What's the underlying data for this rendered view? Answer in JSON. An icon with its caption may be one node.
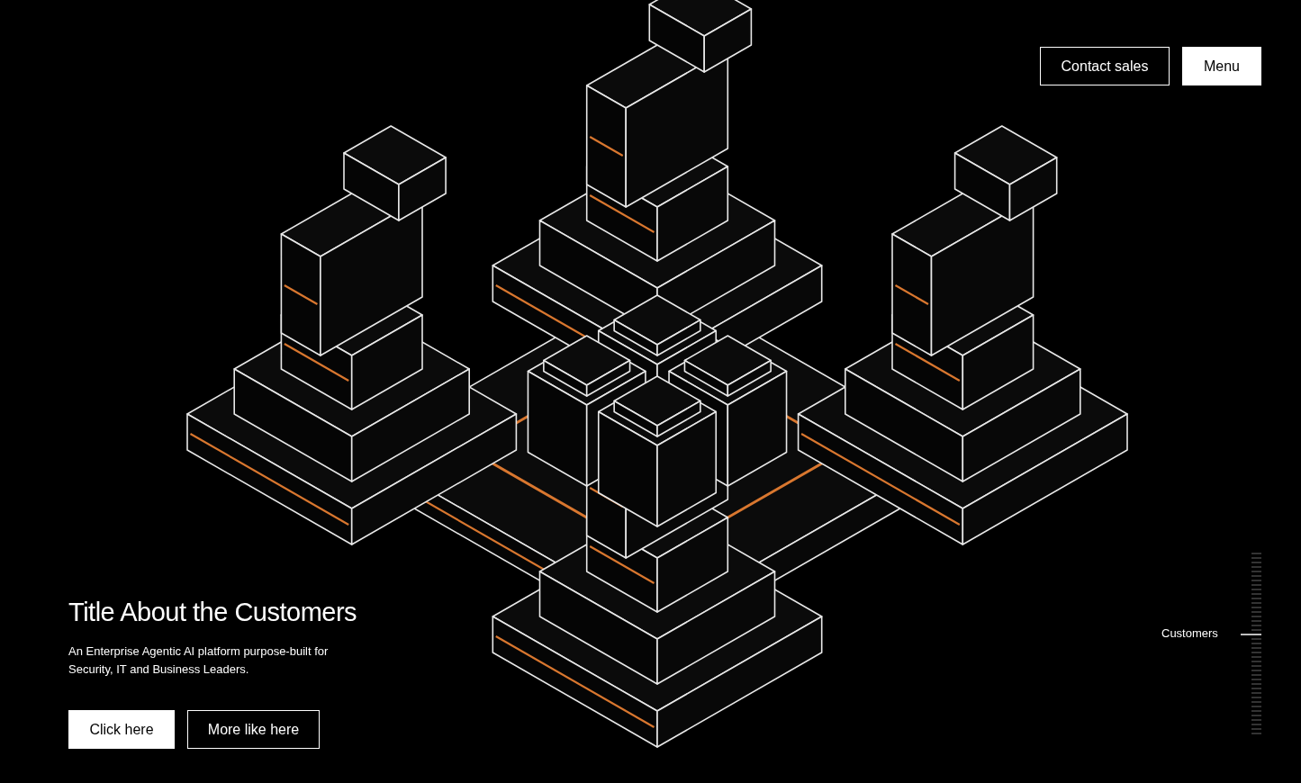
{
  "diagram": {
    "title": "Title About the Customers",
    "labels": [
      "Contact sales",
      "Menu",
      "An Enterprise Agentic AI platform purpose-built for Security, IT and Business Leaders.",
      "Click here",
      "More like here",
      "Customers"
    ]
  }
}
